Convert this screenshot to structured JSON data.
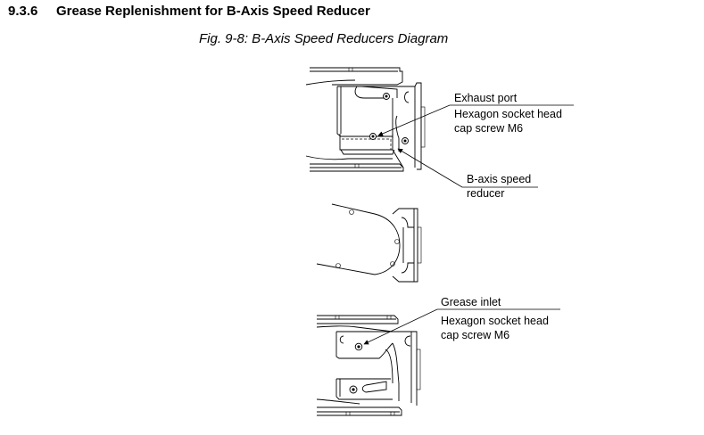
{
  "section": {
    "number": "9.3.6",
    "title": "Grease Replenishment for B-Axis Speed Reducer"
  },
  "figure": {
    "caption": "Fig. 9-8: B-Axis Speed Reducers Diagram"
  },
  "callouts": {
    "top": {
      "label_above": "Exhaust port",
      "label_below_line1": "Hexagon socket head",
      "label_below_line2": "cap screw M6"
    },
    "reducer": {
      "line1": "B-axis speed",
      "line2": "reducer"
    },
    "bottom": {
      "label_above": "Grease inlet",
      "label_below_line1": "Hexagon socket head",
      "label_below_line2": "cap screw M6"
    }
  }
}
